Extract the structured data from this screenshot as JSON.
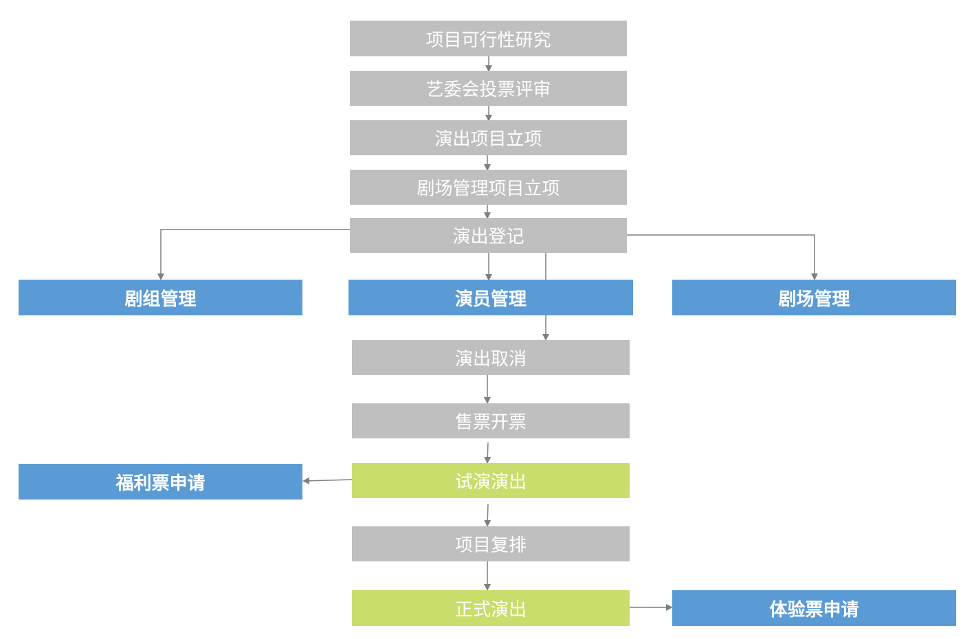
{
  "colors": {
    "process": "#bfbfbf",
    "highlight": "#c9dd6c",
    "module": "#5b9bd5",
    "connector": "#7f7f7f",
    "text": "#ffffff"
  },
  "steps": {
    "feasibility": "项目可行性研究",
    "committee_review": "艺委会投票评审",
    "project_approval": "演出项目立项",
    "theater_approval": "剧场管理项目立项",
    "registration": "演出登记",
    "cancellation": "演出取消",
    "ticketing": "售票开票",
    "preview": "试演演出",
    "rerun": "项目复排",
    "official": "正式演出"
  },
  "modules": {
    "crew": "剧组管理",
    "actor": "演员管理",
    "theater": "剧场管理",
    "welfare_ticket": "福利票申请",
    "experience_ticket": "体验票申请"
  }
}
